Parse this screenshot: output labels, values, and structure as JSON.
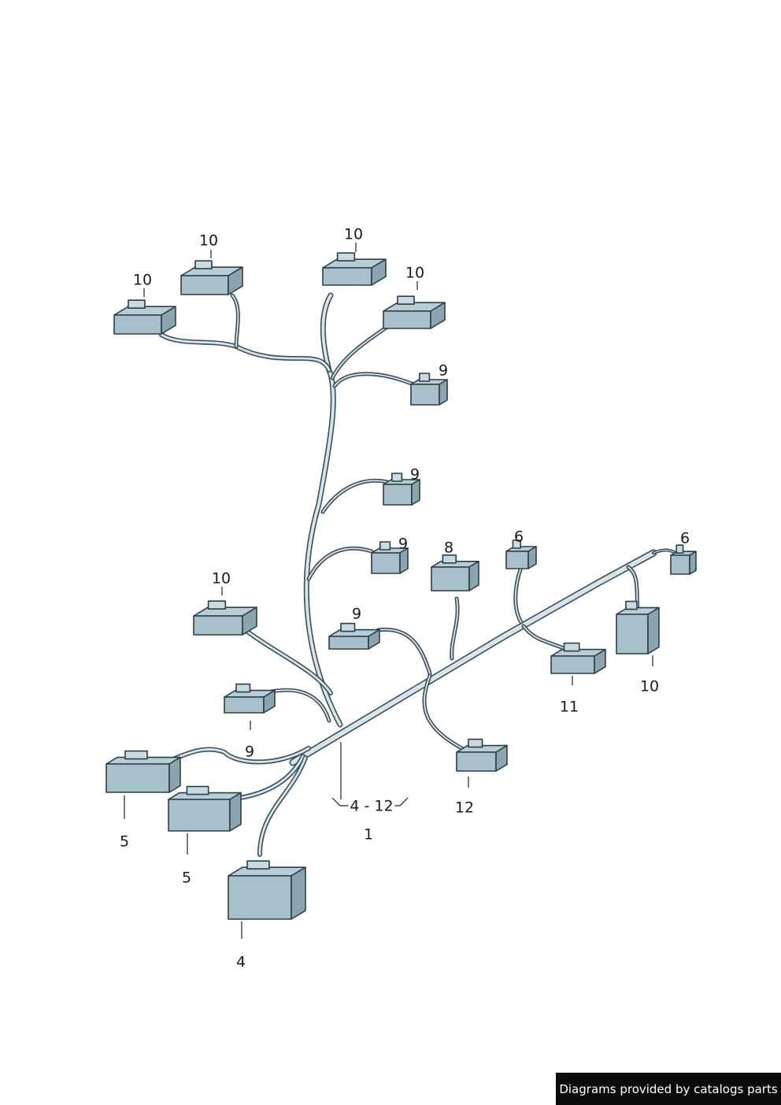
{
  "callouts": {
    "c10_a": "10",
    "c10_b": "10",
    "c10_c": "10",
    "c10_d": "10",
    "c10_e": "10",
    "c10_f": "10",
    "c9_a": "9",
    "c9_b": "9",
    "c9_c": "9",
    "c9_d": "9",
    "c9_e": "9",
    "c8": "8",
    "c6_a": "6",
    "c6_b": "6",
    "c11": "11",
    "c12_a": "12",
    "c5_a": "5",
    "c5_b": "5",
    "c4": "4",
    "c_range": "4 - 12",
    "c1": "1"
  },
  "footer": {
    "credit": "Diagrams provided by catalogs parts"
  },
  "colors": {
    "wire": "#3a4f5a",
    "wire_fill": "#d7e4ea",
    "connector": "#b9cdd6",
    "connector_dark": "#8aa4b0"
  }
}
